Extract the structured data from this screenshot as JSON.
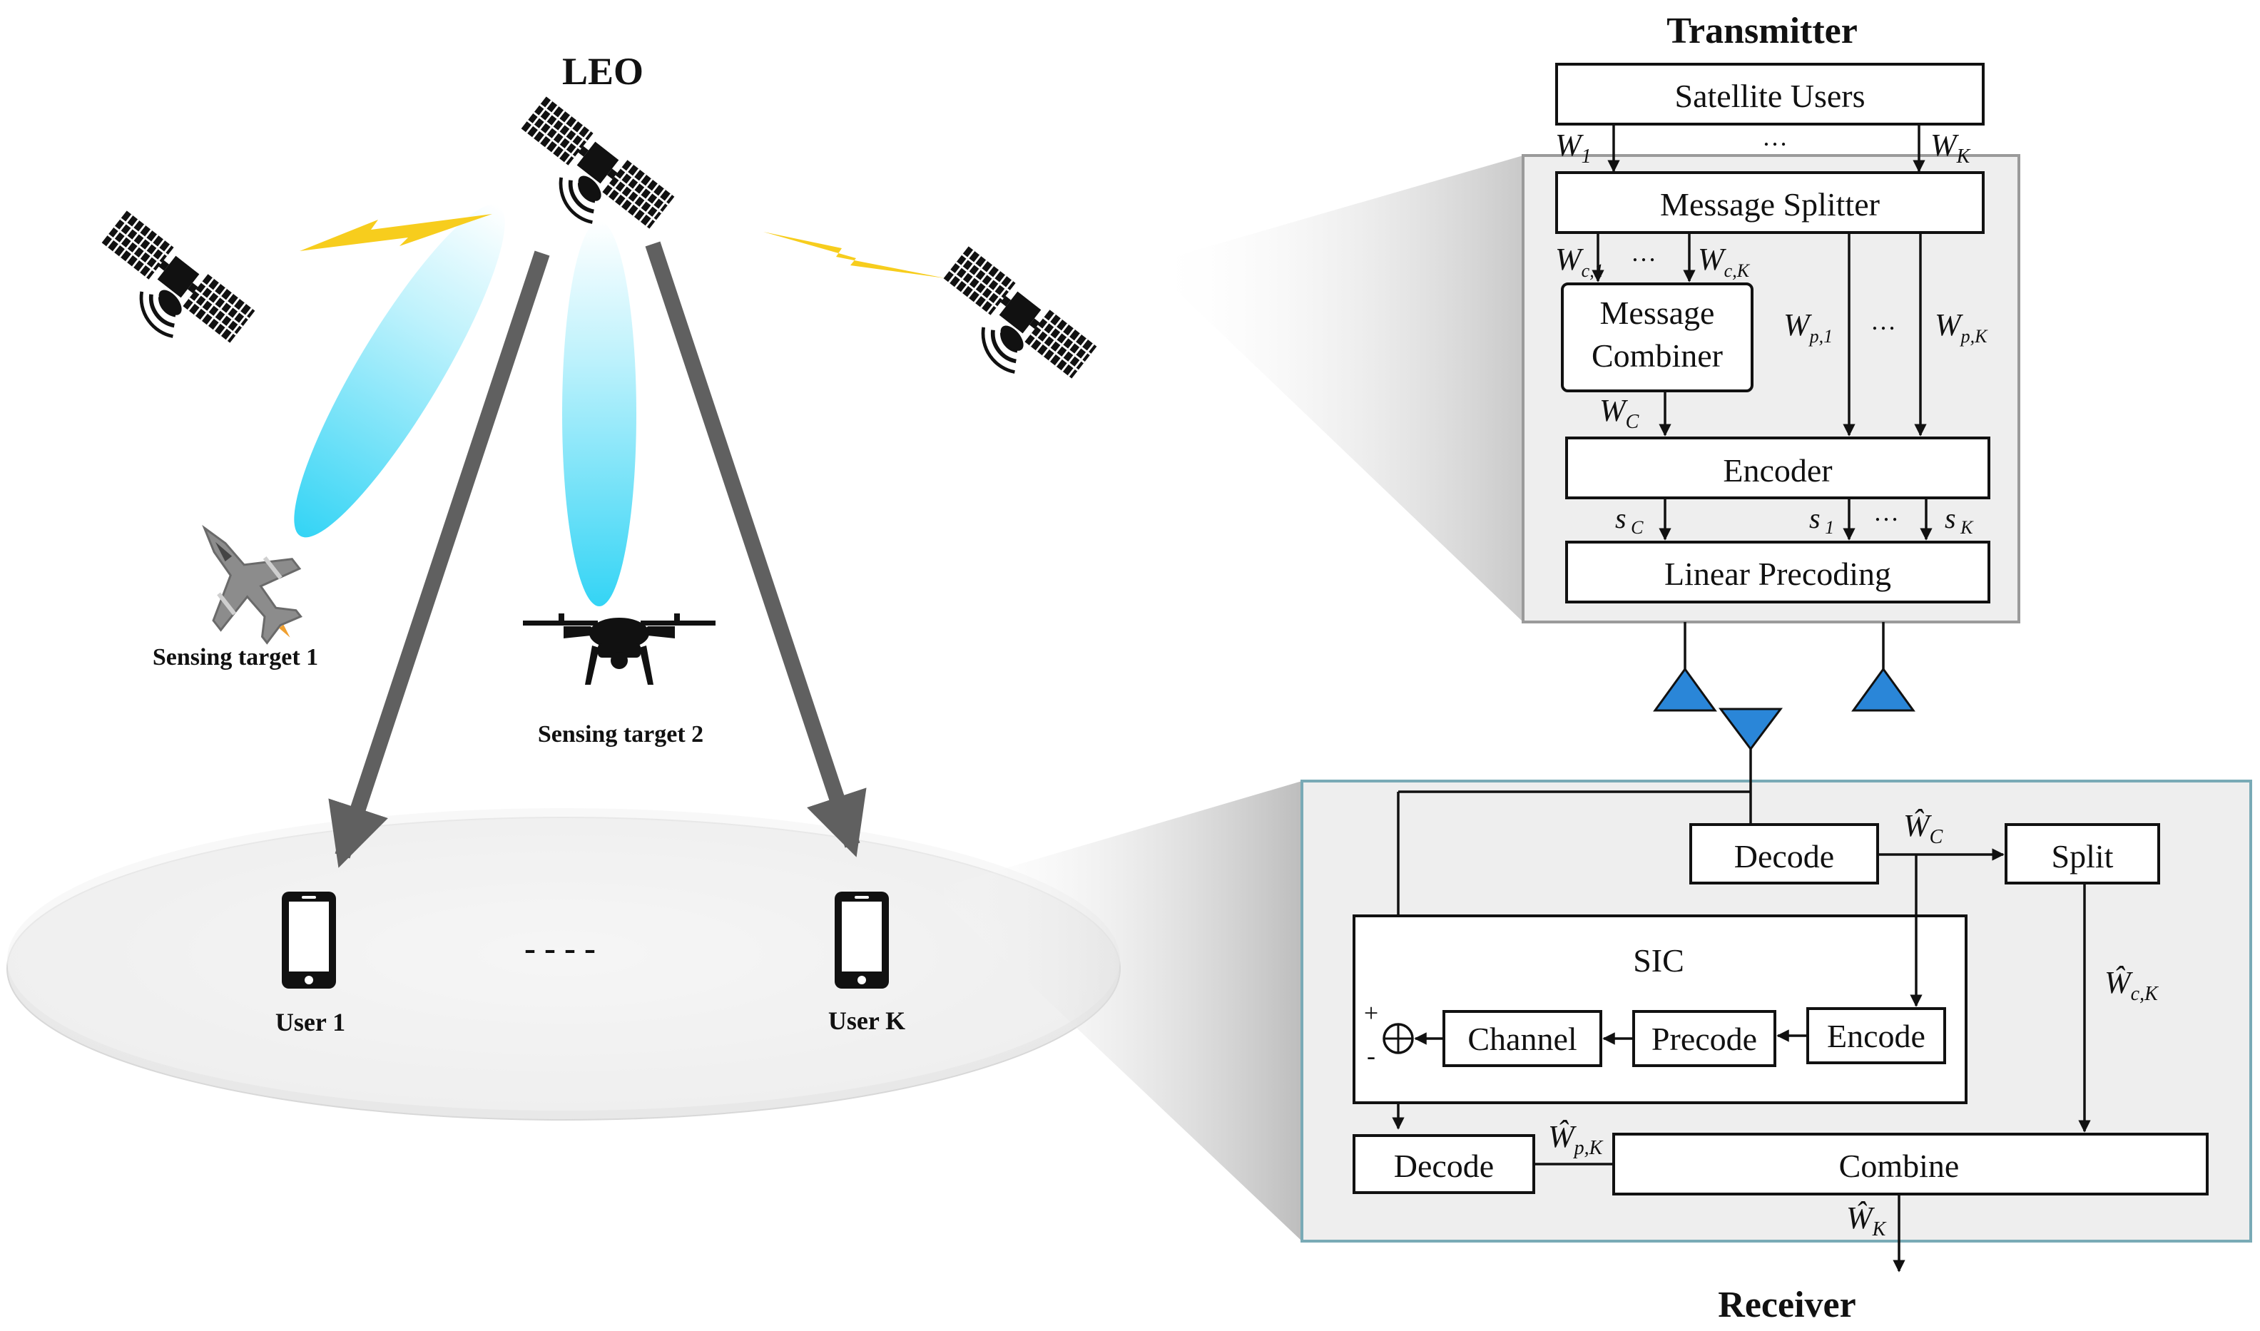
{
  "left_scene": {
    "leo_label": "LEO",
    "sensing_target_1": "Sensing target 1",
    "sensing_target_2": "Sensing target 2",
    "user_1": "User 1",
    "user_k": "User K",
    "user_gap": "- - - -"
  },
  "transmitter": {
    "title": "Transmitter",
    "satellite_users": "Satellite Users",
    "message_splitter": "Message Splitter",
    "message_combiner_line1": "Message",
    "message_combiner_line2": "Combiner",
    "encoder": "Encoder",
    "linear_precoding": "Linear Precoding",
    "ellipsis": "…"
  },
  "receiver": {
    "title": "Receiver",
    "decode_top": "Decode",
    "split": "Split",
    "sic": "SIC",
    "channel": "Channel",
    "precode": "Precode",
    "encode": "Encode",
    "decode_bottom": "Decode",
    "combine": "Combine",
    "plus": "+",
    "minus": "-"
  },
  "colors": {
    "beam": "#3fd6f4",
    "arrow_gray": "#606060",
    "lightning": "#f7cd1d",
    "antenna": "#2a86d8",
    "panel_gray": "#eeeeee",
    "receiver_border": "#79aab6"
  }
}
